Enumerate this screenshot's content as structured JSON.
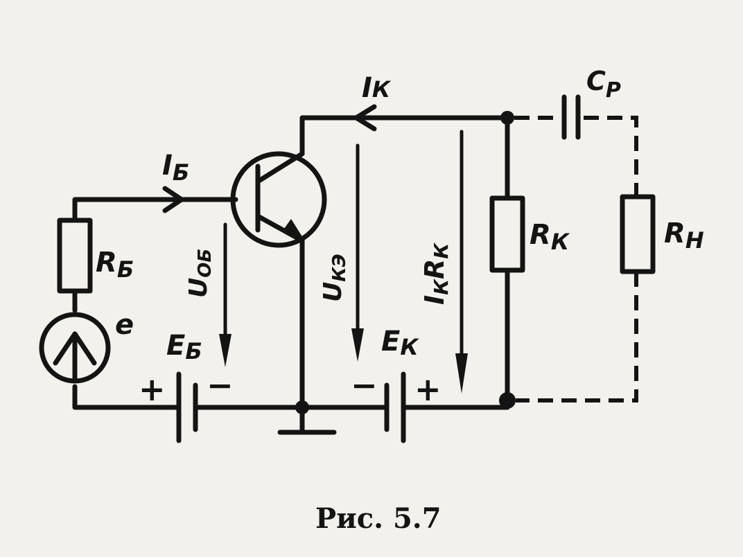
{
  "labels": {
    "i_k": "I",
    "i_k_sub": "К",
    "i_b": "I",
    "i_b_sub": "Б",
    "c_p": "C",
    "c_p_sub": "Р",
    "r_k": "R",
    "r_k_sub": "К",
    "r_n": "R",
    "r_n_sub": "Н",
    "r_b": "R",
    "r_b_sub": "Б",
    "e_src": "e",
    "e_b": "E",
    "e_b_sub": "Б",
    "e_k": "E",
    "e_k_sub": "К",
    "u_ob": "U",
    "u_ob_sub": "ОБ",
    "u_ke": "U",
    "u_ke_sub": "КЭ",
    "ik_rk": "I",
    "ik_rk_sub1": "К",
    "ik_rk_r": "R",
    "ik_rk_sub2": "К",
    "plus": "+",
    "minus": "−"
  },
  "caption": "Рис. 5.7"
}
